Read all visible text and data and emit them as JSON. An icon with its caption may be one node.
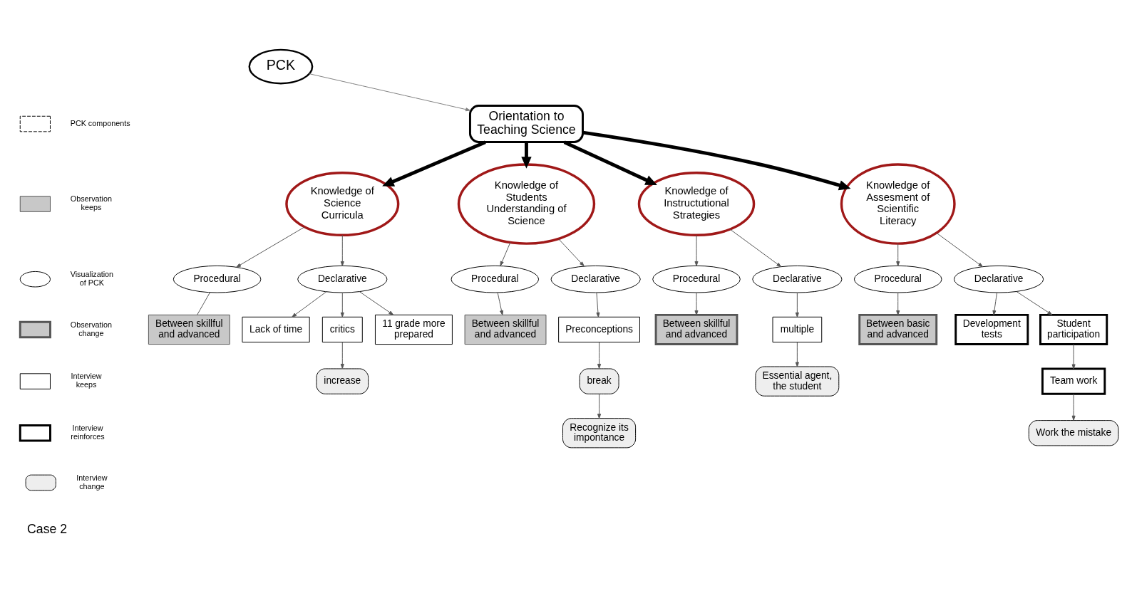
{
  "diagram": {
    "nodes": [
      {
        "text": [
          "PCK"
        ]
      },
      {
        "text": [
          "Orientation to Teaching Science"
        ]
      },
      {
        "text": [
          "Knowledge of Science Curricula"
        ]
      },
      {
        "text": [
          "Knowledge of Assesment of Scientific Literacy"
        ]
      },
      {
        "text": [
          "Knowledge of Students Understanding of Science"
        ]
      },
      {
        "text": [
          "Knowledge of Instructutional Strategies"
        ]
      },
      {
        "text": [
          "Procedural"
        ]
      },
      {
        "text": [
          "Declarative"
        ]
      },
      {
        "text": [
          "Between skillful and advanced"
        ]
      },
      {
        "text": [
          "Lack of time"
        ]
      },
      {
        "text": [
          "critics"
        ]
      },
      {
        "text": [
          "increase"
        ]
      },
      {
        "text": [
          "11 grade more prepared"
        ]
      },
      {
        "text": [
          "Procedural"
        ]
      },
      {
        "text": [
          "Declarative"
        ]
      },
      {
        "text": [
          "Between basic and advanced"
        ]
      },
      {
        "text": [
          "Development tests"
        ]
      },
      {
        "text": [
          "Student participation"
        ]
      },
      {
        "text": [
          "Team work"
        ]
      },
      {
        "text": [
          "Work the mistake"
        ]
      },
      {
        "text": [
          "Procedural"
        ]
      },
      {
        "text": [
          "Declarative"
        ]
      },
      {
        "text": [
          "Between skillful and advanced"
        ]
      },
      {
        "text": [
          "Preconceptions"
        ]
      },
      {
        "text": [
          "break"
        ]
      },
      {
        "text": [
          "Recognize its impontance"
        ]
      },
      {
        "text": [
          "Procedural"
        ]
      },
      {
        "text": [
          "Declarative"
        ]
      },
      {
        "text": [
          "Between skillful and advanced"
        ]
      },
      {
        "text": [
          "multiple"
        ]
      },
      {
        "text": [
          "Essential agent, the student"
        ]
      }
    ],
    "edges": [
      {
        "from": 0,
        "to": 1,
        "arrow": "to",
        "color": "#808080"
      },
      {
        "from": 1,
        "to": 2,
        "arrow": "to",
        "style": "thick"
      },
      {
        "from": 1,
        "to": 4,
        "arrow": "to",
        "style": "thick"
      },
      {
        "from": 1,
        "to": 5,
        "arrow": "to",
        "style": "thick"
      },
      {
        "from": 1,
        "to": 3,
        "arrow": "to",
        "style": "thick"
      },
      {
        "from": 2,
        "to": 6,
        "arrow": "to"
      },
      {
        "from": 2,
        "to": 7,
        "arrow": "to"
      },
      {
        "from": 6,
        "to": 8,
        "arrow": "none"
      },
      {
        "from": 7,
        "to": 9,
        "arrow": "to"
      },
      {
        "from": 7,
        "to": 10,
        "arrow": "to"
      },
      {
        "from": 7,
        "to": 12,
        "arrow": "to"
      },
      {
        "from": 10,
        "to": 11,
        "arrow": "to"
      },
      {
        "from": 3,
        "to": 13,
        "arrow": "to"
      },
      {
        "from": 3,
        "to": 14,
        "arrow": "to"
      },
      {
        "from": 13,
        "to": 15,
        "arrow": "to"
      },
      {
        "from": 14,
        "to": 16,
        "arrow": "to"
      },
      {
        "from": 14,
        "to": 17,
        "arrow": "to"
      },
      {
        "from": 17,
        "to": 18,
        "arrow": "to"
      },
      {
        "from": 18,
        "to": 19,
        "arrow": "to"
      },
      {
        "from": 4,
        "to": 20,
        "arrow": "to"
      },
      {
        "from": 4,
        "to": 21,
        "arrow": "to"
      },
      {
        "from": 20,
        "to": 22,
        "arrow": "to"
      },
      {
        "from": 21,
        "to": 23,
        "arrow": "to"
      },
      {
        "from": 23,
        "to": 24,
        "arrow": "to"
      },
      {
        "from": 24,
        "to": 25,
        "arrow": "to"
      },
      {
        "from": 5,
        "to": 26,
        "arrow": "to"
      },
      {
        "from": 5,
        "to": 27,
        "arrow": "to"
      },
      {
        "from": 26,
        "to": 28,
        "arrow": "to"
      },
      {
        "from": 27,
        "to": 29,
        "arrow": "to"
      },
      {
        "from": 29,
        "to": 30,
        "arrow": "to"
      }
    ],
    "labels": [
      "Case 2"
    ],
    "legend": [
      {
        "text": "PCK components"
      },
      {
        "text": "Observation keeps"
      },
      {
        "text": "Visualization of PCK"
      },
      {
        "text": "Observation change"
      },
      {
        "text": "Interview keeps"
      },
      {
        "text": "Interview reinforces"
      },
      {
        "text": "Interview change"
      }
    ]
  }
}
